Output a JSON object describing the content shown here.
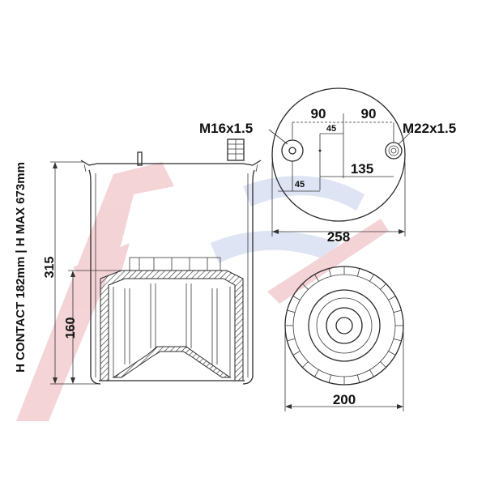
{
  "labels": {
    "side_text": "H CONTACT 182mm | H MAX 673mm",
    "height_315": "315",
    "height_160": "160",
    "thread_left": "M16x1.5",
    "thread_right": "M22x1.5",
    "dim_90_left": "90",
    "dim_90_right": "90",
    "dim_45_top": "45",
    "dim_45_left": "45",
    "dim_135": "135",
    "dim_258": "258",
    "dim_200": "200"
  },
  "colors": {
    "line": "#2a2a2a",
    "watermark_red": "#e8a0a8",
    "watermark_blue": "#b8c4e6"
  }
}
